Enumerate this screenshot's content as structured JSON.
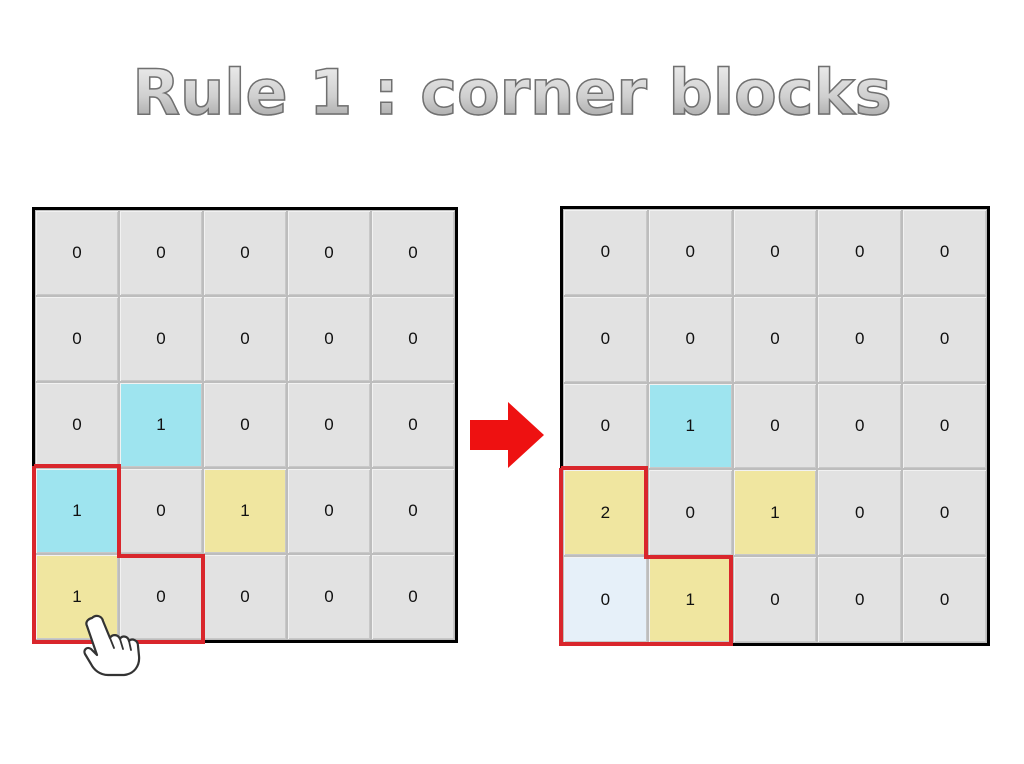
{
  "title": "Rule 1 : corner blocks",
  "colors": {
    "cell": "#e2e2e2",
    "blue": "#9ee4ef",
    "yellow": "#f0e6a0",
    "pale_blue": "#e6f0f9",
    "highlight": "#d9262c",
    "arrow": "#ee1111"
  },
  "before_grid": {
    "cells": [
      [
        "0",
        "0",
        "0",
        "0",
        "0"
      ],
      [
        "0",
        "0",
        "0",
        "0",
        "0"
      ],
      [
        "0",
        "1",
        "0",
        "0",
        "0"
      ],
      [
        "1",
        "0",
        "1",
        "0",
        "0"
      ],
      [
        "1",
        "0",
        "0",
        "0",
        "0"
      ]
    ],
    "styles": [
      [
        "",
        "",
        "",
        "",
        ""
      ],
      [
        "",
        "",
        "",
        "",
        ""
      ],
      [
        "",
        "blue",
        "",
        "",
        ""
      ],
      [
        "blue",
        "",
        "yellow",
        "",
        ""
      ],
      [
        "yellow",
        "",
        "",
        "",
        ""
      ]
    ]
  },
  "after_grid": {
    "cells": [
      [
        "0",
        "0",
        "0",
        "0",
        "0"
      ],
      [
        "0",
        "0",
        "0",
        "0",
        "0"
      ],
      [
        "0",
        "1",
        "0",
        "0",
        "0"
      ],
      [
        "2",
        "0",
        "1",
        "0",
        "0"
      ],
      [
        "0",
        "1",
        "0",
        "0",
        "0"
      ]
    ],
    "styles": [
      [
        "",
        "",
        "",
        "",
        ""
      ],
      [
        "",
        "",
        "",
        "",
        ""
      ],
      [
        "",
        "blue",
        "",
        "",
        ""
      ],
      [
        "yellow",
        "",
        "yellow",
        "",
        ""
      ],
      [
        "pale",
        "yellow",
        "",
        "",
        ""
      ]
    ]
  },
  "icons": {
    "arrow": "right-arrow-icon",
    "pointer": "pointing-hand-icon"
  }
}
